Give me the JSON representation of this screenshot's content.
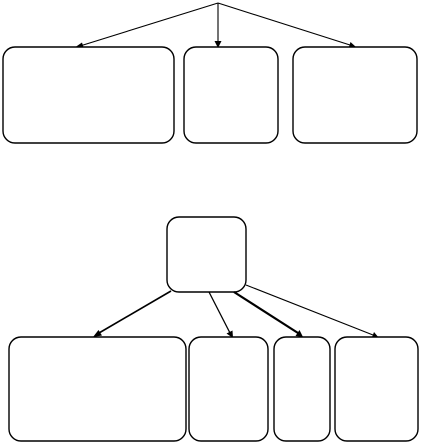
{
  "diagram": {
    "type": "tree",
    "stroke_color": "#000000",
    "fill_color": "#ffffff",
    "groups": [
      {
        "id": "top",
        "root": "top-root-point",
        "nodes": [
          "top-left",
          "top-middle",
          "top-right"
        ],
        "edges": [
          {
            "from": "top-root-point",
            "to": "top-left"
          },
          {
            "from": "top-root-point",
            "to": "top-middle"
          },
          {
            "from": "top-root-point",
            "to": "top-right"
          }
        ]
      },
      {
        "id": "bottom",
        "root": "bottom-root",
        "nodes": [
          "bottom-1",
          "bottom-2",
          "bottom-3",
          "bottom-4"
        ],
        "edges": [
          {
            "from": "bottom-root",
            "to": "bottom-1"
          },
          {
            "from": "bottom-root",
            "to": "bottom-2"
          },
          {
            "from": "bottom-root",
            "to": "bottom-3"
          },
          {
            "from": "bottom-root",
            "to": "bottom-4"
          }
        ]
      }
    ]
  }
}
